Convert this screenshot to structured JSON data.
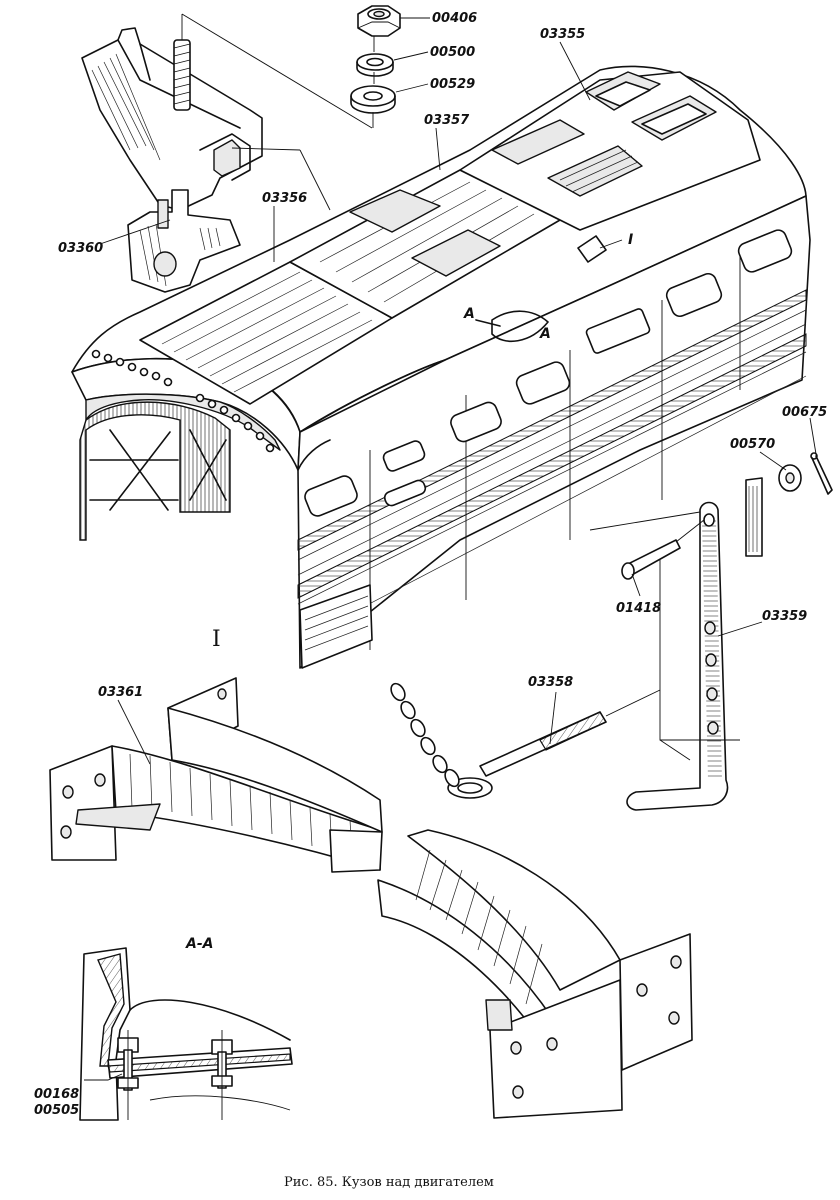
{
  "parts": {
    "p00406": "00406",
    "p00500": "00500",
    "p00529": "00529",
    "p03355": "03355",
    "p03357": "03357",
    "p03356": "03356",
    "p03360": "03360",
    "p00675": "00675",
    "p00570": "00570",
    "p01418": "01418",
    "p03359": "03359",
    "p03358": "03358",
    "p03361": "03361",
    "p00168": "00168",
    "p00505": "00505"
  },
  "markers": {
    "detail_I_small": "I",
    "detail_I_big": "I",
    "section_A_left": "A",
    "section_A_right": "A",
    "section_title": "A-A"
  },
  "caption": "Рис. 85. Кузов над двигателем"
}
